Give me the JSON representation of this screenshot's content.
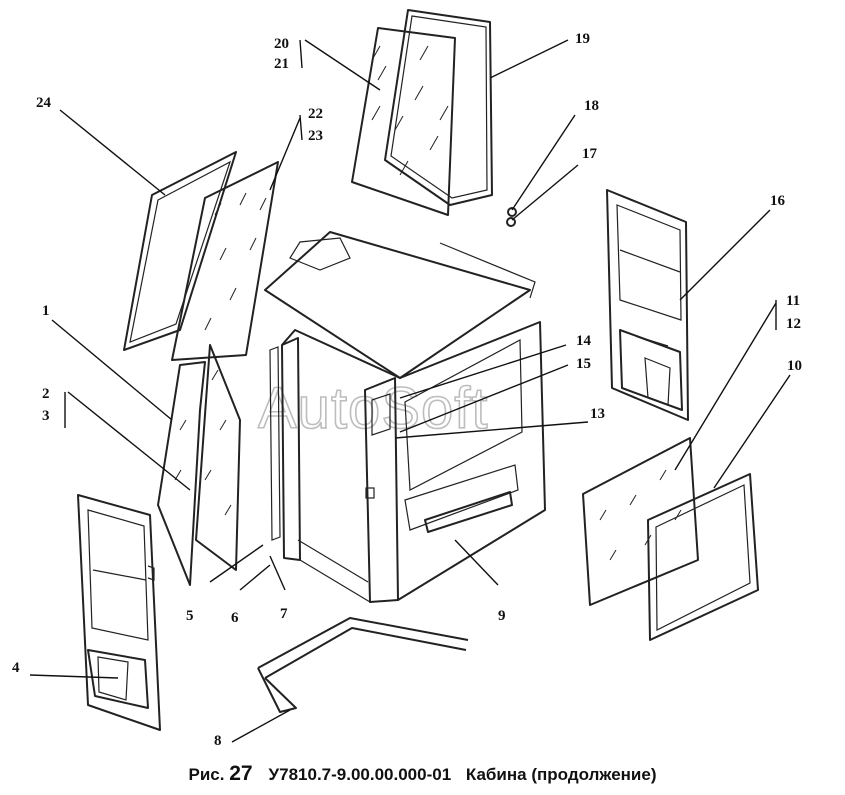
{
  "caption": {
    "fig_prefix": "Рис.",
    "fig_number": "27",
    "drawing_code": "У7810.7-9.00.00.000-01",
    "title": "Кабина",
    "subtitle": "(продолжение)"
  },
  "watermark": "AutoSoft",
  "callouts": [
    "1",
    "2",
    "3",
    "4",
    "5",
    "6",
    "7",
    "8",
    "9",
    "10",
    "11",
    "12",
    "13",
    "14",
    "15",
    "16",
    "17",
    "18",
    "19",
    "20",
    "21",
    "22",
    "23",
    "24"
  ]
}
